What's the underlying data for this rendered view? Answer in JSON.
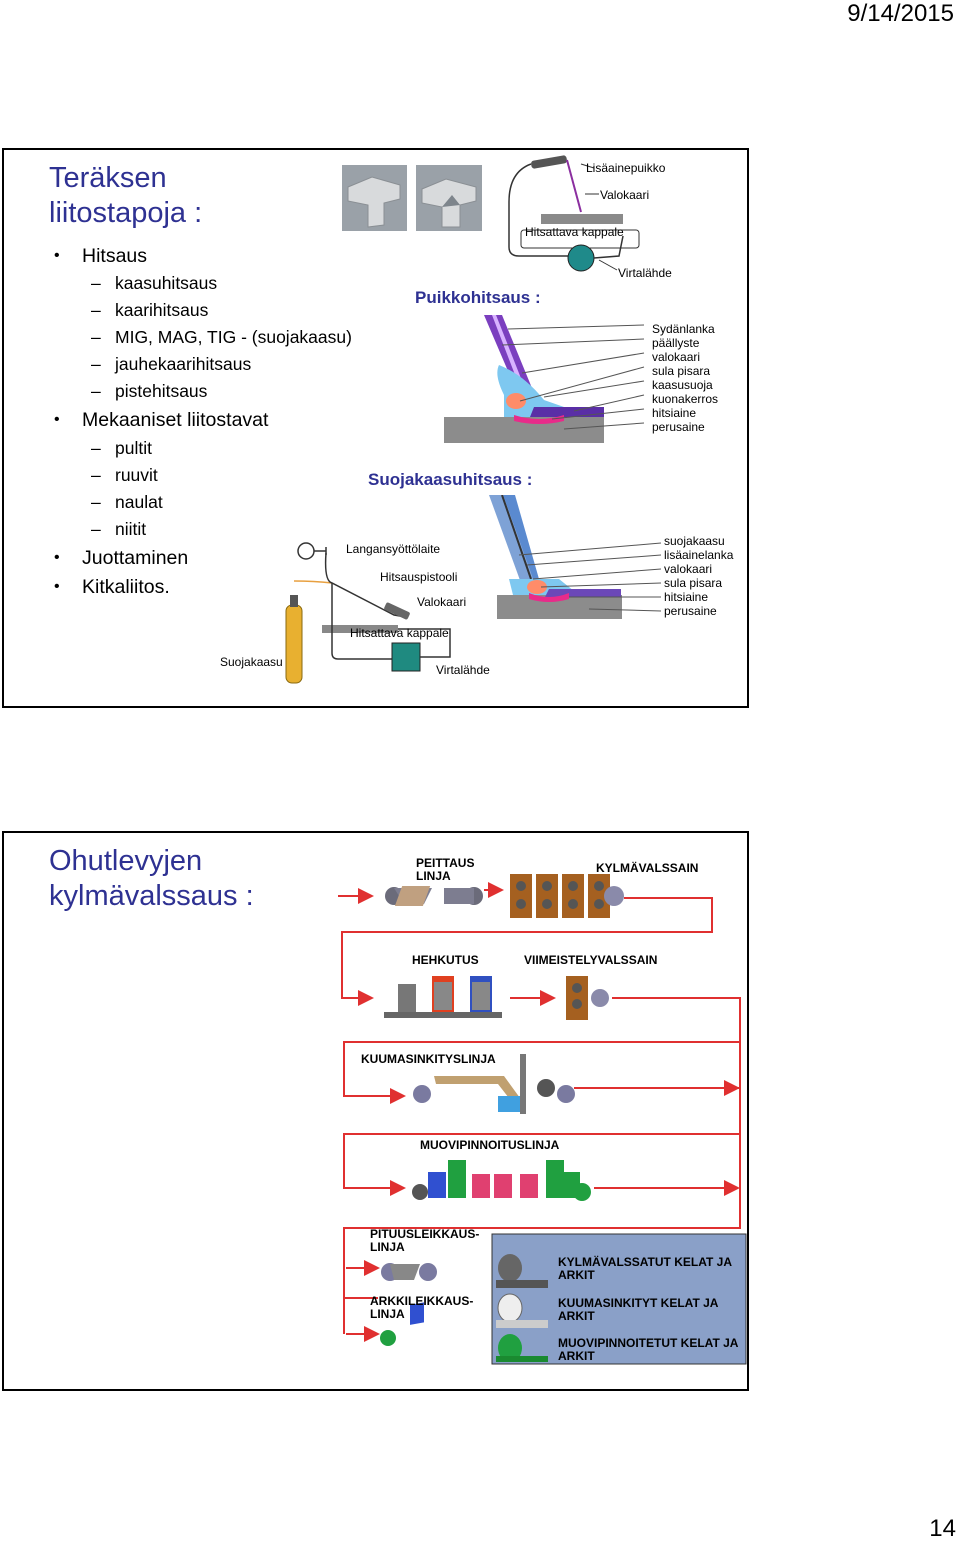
{
  "header": {
    "date": "9/14/2015"
  },
  "footer": {
    "page_number": "14"
  },
  "slide1": {
    "title_line1": "Teräksen",
    "title_line2": "liitostapoja :",
    "bullets": [
      {
        "label": "Hitsaus",
        "subitems": [
          "kaasuhitsaus",
          "kaarihitsaus",
          "MIG, MAG, TIG - (suojakaasu)",
          "jauhekaarihitsaus",
          "pistehitsaus"
        ]
      },
      {
        "label": "Mekaaniset liitostavat",
        "subitems": [
          "pultit",
          "ruuvit",
          "naulat",
          "niitit"
        ]
      },
      {
        "label": "Juottaminen",
        "subitems": []
      },
      {
        "label": "Kitkaliitos.",
        "subitems": []
      }
    ],
    "stick_heading": "Puikkohitsaus :",
    "gas_heading": "Suojakaasuhitsaus :",
    "stick_setup_labels": [
      "Lisäainepuikko",
      "Valokaari",
      "Hitsattava kappale",
      "Virtalähde"
    ],
    "stick_detail_labels": [
      "Sydänlanka",
      "päällyste",
      "valokaari",
      "sula pisara",
      "kaasusuoja",
      "kuonakerros",
      "hitsiaine",
      "perusaine"
    ],
    "gas_detail_labels": [
      "suojakaasu",
      "lisäainelanka",
      "valokaari",
      "sula pisara",
      "hitsiaine",
      "perusaine"
    ],
    "gas_setup_labels": [
      "Langansyöttölaite",
      "Hitsauspistooli",
      "Valokaari",
      "Hitsattava kappale",
      "Virtalähde",
      "Suojakaasu"
    ]
  },
  "slide2": {
    "title_line1": "Ohutlevyjen",
    "title_line2": "kylmävalssaus :",
    "stages": {
      "peittaus": "PEITTAUS LINJA",
      "kylmavalssain": "KYLMÄVALSSAIN",
      "hehkutus": "HEHKUTUS",
      "viimeistely": "VIIMEISTELYVALSSAIN",
      "kuumasinkitys": "KUUMASINKITYSLINJA",
      "muovipinnoitus": "MUOVIPINNOITUSLINJA",
      "pituusleikkaus": "PITUUSLEIKKAUS- LINJA",
      "arkkileikkaus": "ARKKILEIKKAUS- LINJA"
    },
    "products": [
      "KYLMÄVALSSATUT KELAT JA ARKIT",
      "KUUMASINKITYT KELAT JA ARKIT",
      "MUOVIPINNOITETUT KELAT JA ARKIT"
    ]
  }
}
